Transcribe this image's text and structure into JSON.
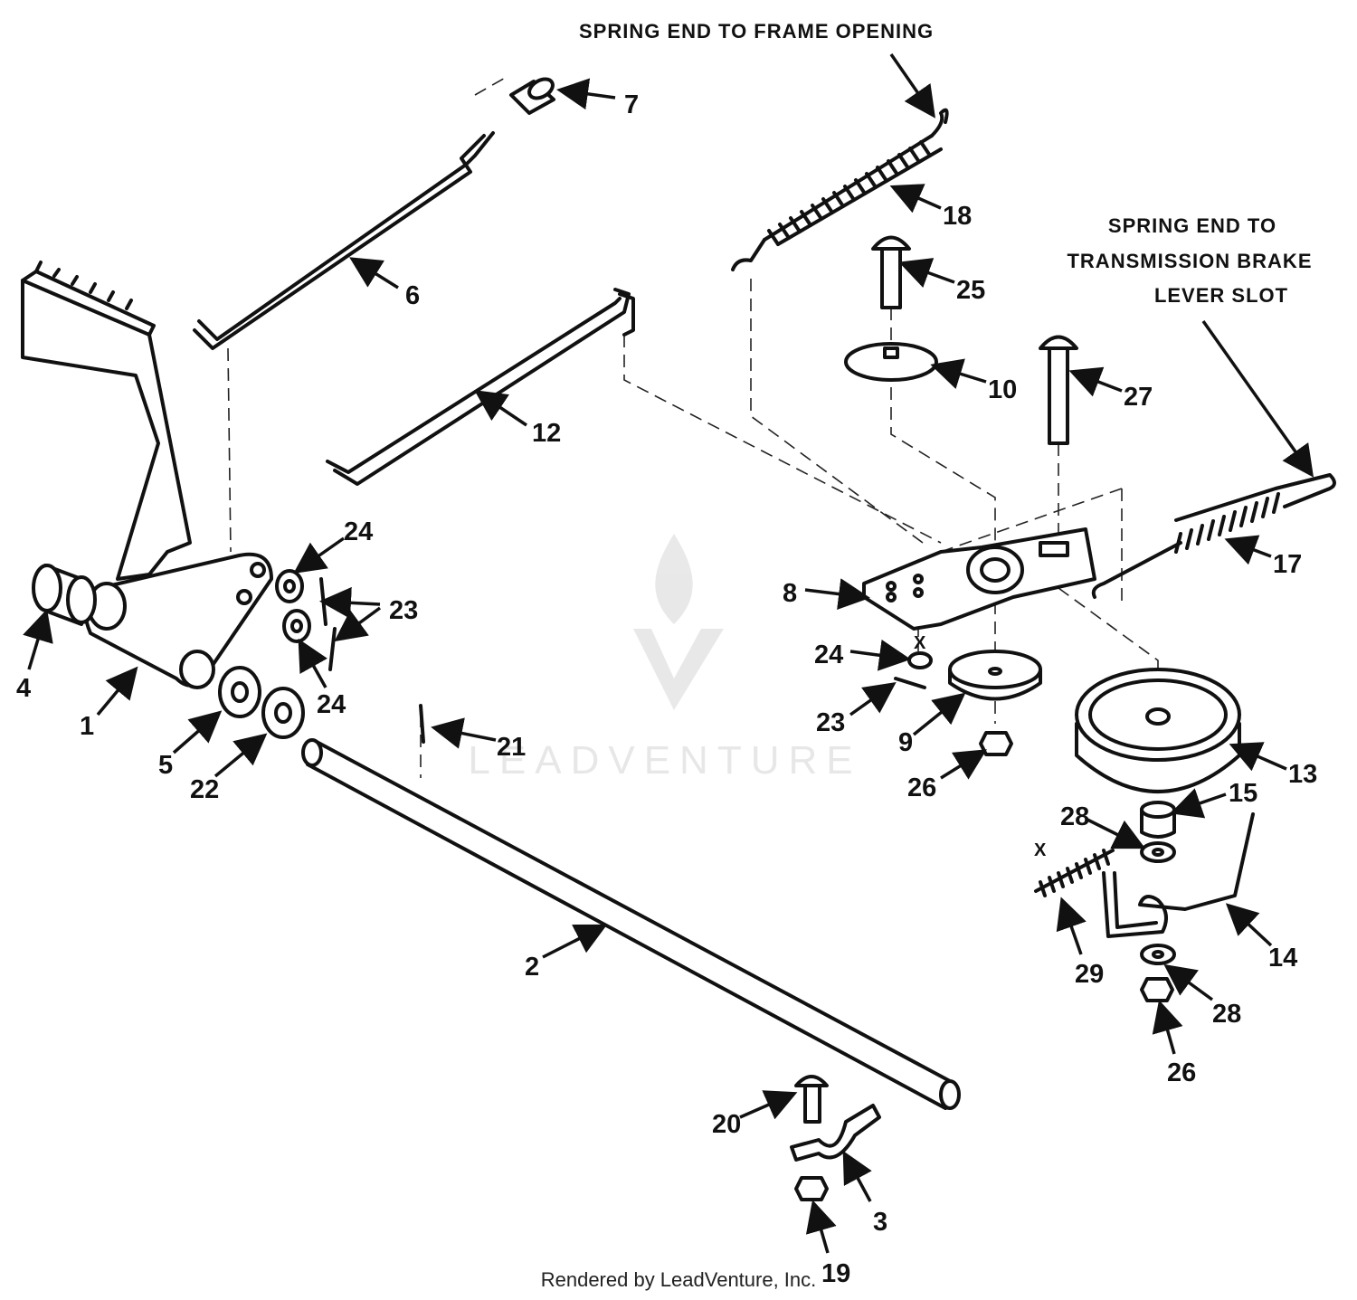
{
  "notes": {
    "frame_opening": "SPRING END TO FRAME OPENING",
    "brake_lever_line1": "SPRING END TO",
    "brake_lever_line2": "TRANSMISSION BRAKE",
    "brake_lever_line3": "LEVER SLOT"
  },
  "callouts": {
    "c1": "1",
    "c2": "2",
    "c3": "3",
    "c4": "4",
    "c5": "5",
    "c6": "6",
    "c7": "7",
    "c8": "8",
    "c9": "9",
    "c10": "10",
    "c12": "12",
    "c13": "13",
    "c14": "14",
    "c15": "15",
    "c17": "17",
    "c18": "18",
    "c19": "19",
    "c20": "20",
    "c21": "21",
    "c22": "22",
    "c23a": "23",
    "c23b": "23",
    "c24a": "24",
    "c24b": "24",
    "c24c": "24",
    "c25": "25",
    "c26a": "26",
    "c26b": "26",
    "c27": "27",
    "c28a": "28",
    "c28b": "28",
    "c29": "29"
  },
  "x_marks": {
    "x1": "X",
    "x2": "X"
  },
  "watermark": "LEADVENTURE",
  "footer": "Rendered by LeadVenture, Inc."
}
